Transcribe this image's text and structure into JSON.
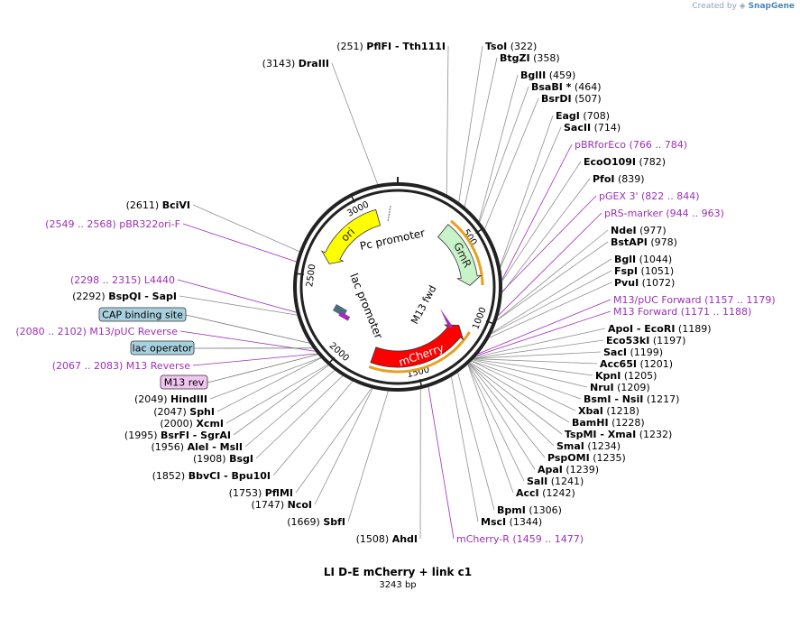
{
  "credit": {
    "prefix": "Created by",
    "brand": "SnapGene"
  },
  "plasmid": {
    "name": "LI D-E mCherry + link c1",
    "length_label": "3243 bp",
    "length_bp": 3243
  },
  "ticks": [
    {
      "bp": 500,
      "label": "500"
    },
    {
      "bp": 1000,
      "label": "1000"
    },
    {
      "bp": 1500,
      "label": "1500"
    },
    {
      "bp": 2000,
      "label": "2000"
    },
    {
      "bp": 2500,
      "label": "2500"
    },
    {
      "bp": 3000,
      "label": "3000"
    }
  ],
  "arrows": [
    {
      "name": "GmR",
      "start": 350,
      "end": 800,
      "dir": "cw",
      "color": "#c8f3c8",
      "orange": true
    },
    {
      "name": "ori",
      "start": 2600,
      "end": 3100,
      "dir": "ccw",
      "color": "#ffff00",
      "orange": false
    },
    {
      "name": "mCherry",
      "start": 1100,
      "end": 1800,
      "dir": "ccw",
      "color": "#ff0000",
      "orange": true
    }
  ],
  "inner_labels": {
    "pc_promoter": "Pc promoter",
    "lac_promoter": "lac promoter",
    "m13_fwd": "M13 fwd"
  },
  "enzymes_right": [
    {
      "name": "TsoI",
      "pos": "(322)",
      "bp": 322
    },
    {
      "name": "BtgZI",
      "pos": "(358)",
      "bp": 358
    },
    {
      "name": "BglII",
      "pos": "(459)",
      "bp": 459
    },
    {
      "name": "BsaBI *",
      "pos": "(464)",
      "bp": 464
    },
    {
      "name": "BsrDI",
      "pos": "(507)",
      "bp": 507
    },
    {
      "name": "EagI",
      "pos": "(708)",
      "bp": 708
    },
    {
      "name": "SacII",
      "pos": "(714)",
      "bp": 714
    },
    {
      "name": "EcoO109I",
      "pos": "(782)",
      "bp": 782
    },
    {
      "name": "PfoI",
      "pos": "(839)",
      "bp": 839
    },
    {
      "name": "NdeI",
      "pos": "(977)",
      "bp": 977
    },
    {
      "name": "BstAPI",
      "pos": "(978)",
      "bp": 978
    },
    {
      "name": "BglI",
      "pos": "(1044)",
      "bp": 1044
    },
    {
      "name": "FspI",
      "pos": "(1051)",
      "bp": 1051
    },
    {
      "name": "PvuI",
      "pos": "(1072)",
      "bp": 1072
    },
    {
      "name": "ApoI - EcoRI",
      "pos": "(1189)",
      "bp": 1189
    },
    {
      "name": "Eco53kI",
      "pos": "(1197)",
      "bp": 1197
    },
    {
      "name": "SacI",
      "pos": "(1199)",
      "bp": 1199
    },
    {
      "name": "Acc65I",
      "pos": "(1201)",
      "bp": 1201
    },
    {
      "name": "KpnI",
      "pos": "(1205)",
      "bp": 1205
    },
    {
      "name": "NruI",
      "pos": "(1209)",
      "bp": 1209
    },
    {
      "name": "BsmI - NsiI",
      "pos": "(1217)",
      "bp": 1217
    },
    {
      "name": "XbaI",
      "pos": "(1218)",
      "bp": 1218
    },
    {
      "name": "BamHI",
      "pos": "(1228)",
      "bp": 1228
    },
    {
      "name": "TspMI - XmaI",
      "pos": "(1232)",
      "bp": 1232
    },
    {
      "name": "SmaI",
      "pos": "(1234)",
      "bp": 1234
    },
    {
      "name": "PspOMI",
      "pos": "(1235)",
      "bp": 1235
    },
    {
      "name": "ApaI",
      "pos": "(1239)",
      "bp": 1239
    },
    {
      "name": "SalI",
      "pos": "(1241)",
      "bp": 1241
    },
    {
      "name": "AccI",
      "pos": "(1242)",
      "bp": 1242
    },
    {
      "name": "BpmI",
      "pos": "(1306)",
      "bp": 1306
    },
    {
      "name": "MscI",
      "pos": "(1344)",
      "bp": 1344
    }
  ],
  "features_right": [
    {
      "name": "pBRforEco",
      "range": "(766 .. 784)",
      "bp": 775
    },
    {
      "name": "pGEX 3'",
      "range": "(822 .. 844)",
      "bp": 833
    },
    {
      "name": "pRS-marker",
      "range": "(944 .. 963)",
      "bp": 953
    },
    {
      "name": "M13/pUC Forward",
      "range": "(1157 .. 1179)",
      "bp": 1168
    },
    {
      "name": "M13 Forward",
      "range": "(1171 .. 1188)",
      "bp": 1180
    },
    {
      "name": "mCherry-R",
      "range": "(1459 .. 1477)",
      "bp": 1468
    }
  ],
  "enzymes_left": [
    {
      "name": "PflFI - Tth111I",
      "pos": "(251)",
      "bp": 251
    },
    {
      "name": "DraIII",
      "pos": "(3143)",
      "bp": 3143
    },
    {
      "name": "BciVI",
      "pos": "(2611)",
      "bp": 2611
    },
    {
      "name": "BspQI - SapI",
      "pos": "(2292)",
      "bp": 2292
    },
    {
      "name": "HindIII",
      "pos": "(2049)",
      "bp": 2049
    },
    {
      "name": "SphI",
      "pos": "(2047)",
      "bp": 2047
    },
    {
      "name": "XcmI",
      "pos": "(2000)",
      "bp": 2000
    },
    {
      "name": "BsrFI - SgrAI",
      "pos": "(1995)",
      "bp": 1995
    },
    {
      "name": "AleI - MslI",
      "pos": "(1956)",
      "bp": 1956
    },
    {
      "name": "BsgI",
      "pos": "(1908)",
      "bp": 1908
    },
    {
      "name": "BbvCI - Bpu10I",
      "pos": "(1852)",
      "bp": 1852
    },
    {
      "name": "PflMI",
      "pos": "(1753)",
      "bp": 1753
    },
    {
      "name": "NcoI",
      "pos": "(1747)",
      "bp": 1747
    },
    {
      "name": "SbfI",
      "pos": "(1669)",
      "bp": 1669
    },
    {
      "name": "AhdI",
      "pos": "(1508)",
      "bp": 1508
    }
  ],
  "features_left": [
    {
      "name": "pBR322ori-F",
      "range": "(2549 .. 2568)",
      "bp": 2558
    },
    {
      "name": "L4440",
      "range": "(2298 .. 2315)",
      "bp": 2306
    },
    {
      "name": "M13/pUC Reverse",
      "range": "(2080 .. 2102)",
      "bp": 2091
    },
    {
      "name": "M13 Reverse",
      "range": "(2067 .. 2083)",
      "bp": 2075
    }
  ],
  "boxes": [
    {
      "name": "CAP binding site",
      "bp": 2140,
      "color": "#a8d1df"
    },
    {
      "name": "lac operator",
      "bp": 2110,
      "color": "#a8d1df"
    },
    {
      "name": "M13 rev",
      "bp": 2070,
      "color": "#f0c6f0"
    }
  ],
  "colors": {
    "enzyme_line": "#909090",
    "feature": "#9d2fb9",
    "backbone": "#222222",
    "orange": "#e8a020"
  }
}
